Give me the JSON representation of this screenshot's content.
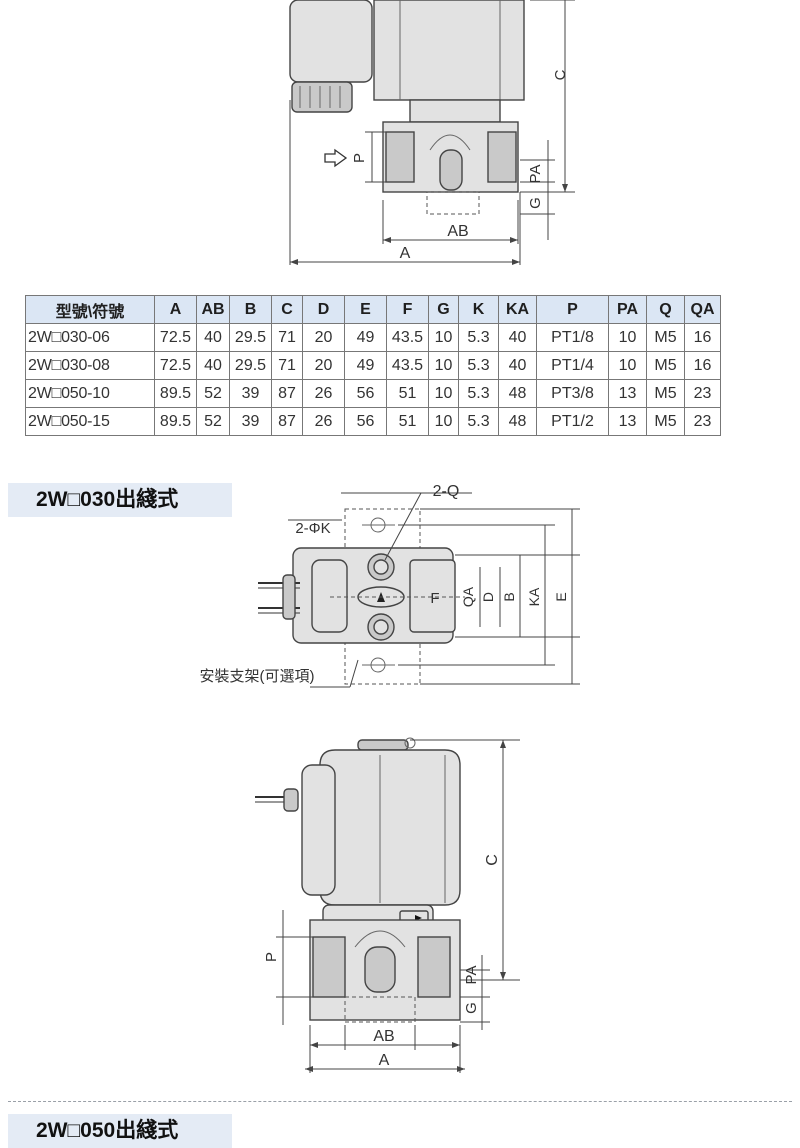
{
  "table": {
    "headers": [
      "型號\\符號",
      "A",
      "AB",
      "B",
      "C",
      "D",
      "E",
      "F",
      "G",
      "K",
      "KA",
      "P",
      "PA",
      "Q",
      "QA"
    ],
    "rows": [
      [
        "2W□030-06",
        "72.5",
        "40",
        "29.5",
        "71",
        "20",
        "49",
        "43.5",
        "10",
        "5.3",
        "40",
        "PT1/8",
        "10",
        "M5",
        "16"
      ],
      [
        "2W□030-08",
        "72.5",
        "40",
        "29.5",
        "71",
        "20",
        "49",
        "43.5",
        "10",
        "5.3",
        "40",
        "PT1/4",
        "10",
        "M5",
        "16"
      ],
      [
        "2W□050-10",
        "89.5",
        "52",
        "39",
        "87",
        "26",
        "56",
        "51",
        "10",
        "5.3",
        "48",
        "PT3/8",
        "13",
        "M5",
        "23"
      ],
      [
        "2W□050-15",
        "89.5",
        "52",
        "39",
        "87",
        "26",
        "56",
        "51",
        "10",
        "5.3",
        "48",
        "PT1/2",
        "13",
        "M5",
        "23"
      ]
    ]
  },
  "top_view_labels": {
    "c": "C",
    "p": "P",
    "pa": "PA",
    "g": "G",
    "ab": "AB",
    "a": "A"
  },
  "section1": {
    "title": "2W□030出綫式"
  },
  "plan_view_labels": {
    "two_q": "2-Q",
    "two_phi_k": "2-ΦK",
    "bracket": "安裝支架(可選項)",
    "f": "F",
    "qa": "QA",
    "d": "D",
    "b": "B",
    "ka": "KA",
    "e": "E"
  },
  "side_view_labels": {
    "c": "C",
    "p": "P",
    "pa": "PA",
    "g": "G",
    "ab": "AB",
    "a": "A"
  },
  "section2": {
    "title": "2W□050出綫式"
  }
}
